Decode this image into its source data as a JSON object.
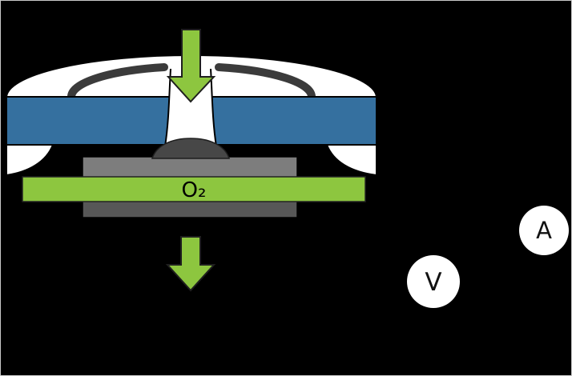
{
  "page": {
    "background": "#000000",
    "frame_color": "#C9C9C9"
  },
  "diagram": {
    "labels": {
      "gas": "O₂"
    },
    "meters": [
      {
        "name": "voltmeter",
        "label": "V"
      },
      {
        "name": "ammeter",
        "label": "A"
      }
    ],
    "colors": {
      "green": "#8DC63F",
      "blue": "#35709F",
      "cap_white": "#FFFFFF",
      "groove_dark": "#3B3B3B",
      "layer_gray": "#7D7D7D",
      "base_gray": "#575757",
      "dome_gray": "#474747",
      "meter_fill": "#FFFFFF",
      "label_black": "#000000"
    }
  }
}
